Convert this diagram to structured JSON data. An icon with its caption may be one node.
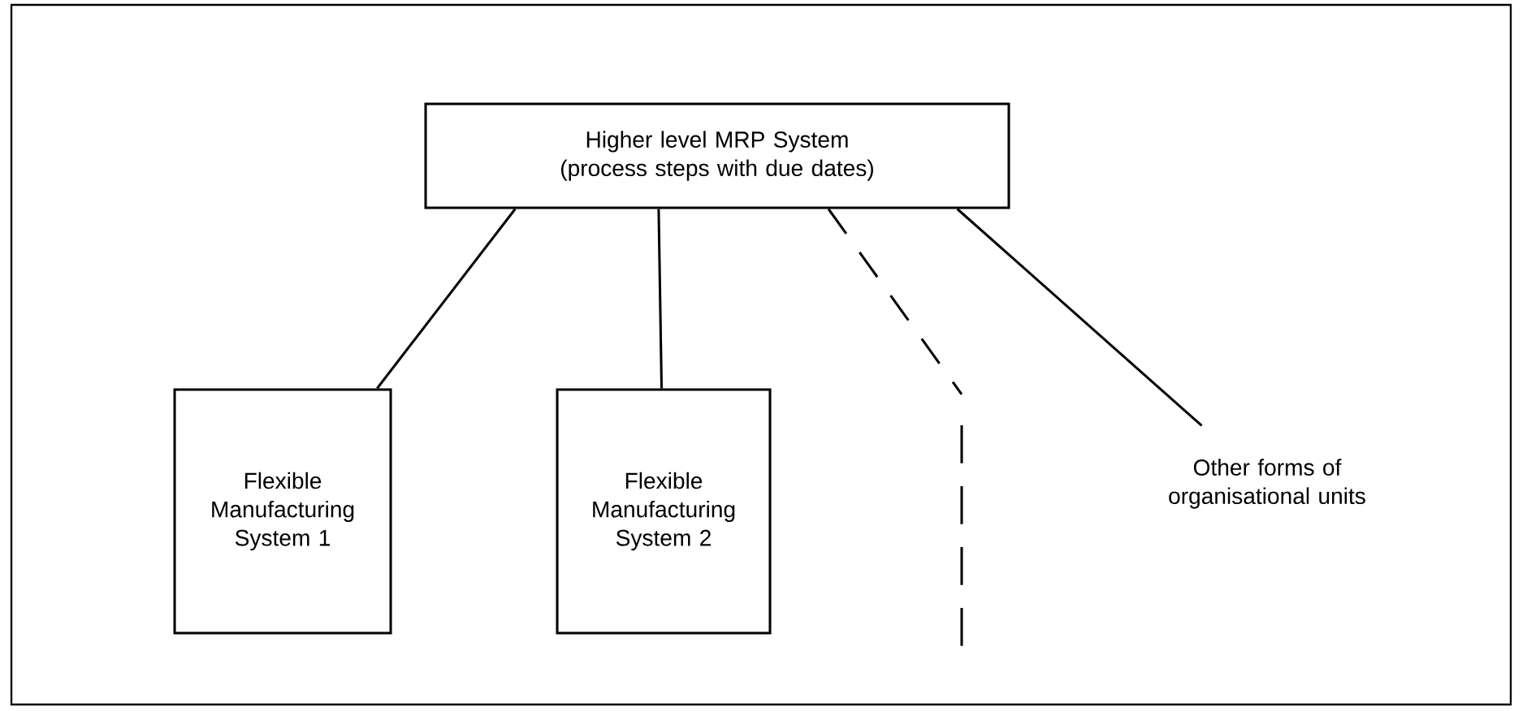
{
  "diagram": {
    "nodes": [
      {
        "text": [
          "Higher level MRP System (process steps with due dates)"
        ]
      },
      {
        "text": [
          "Flexible Manufacturing System 1"
        ]
      },
      {
        "text": [
          "Flexible Manufacturing System 2"
        ]
      },
      {
        "text": [
          "Other forms of organisational units"
        ]
      }
    ],
    "edges": [
      {
        "from": 0,
        "to": 1,
        "arrow": "none"
      },
      {
        "from": 0,
        "to": 2,
        "arrow": "none"
      },
      {
        "from": 0,
        "to": null,
        "arrow": "none",
        "style": "dashed"
      },
      {
        "from": 0,
        "to": 3,
        "arrow": "none"
      }
    ]
  }
}
